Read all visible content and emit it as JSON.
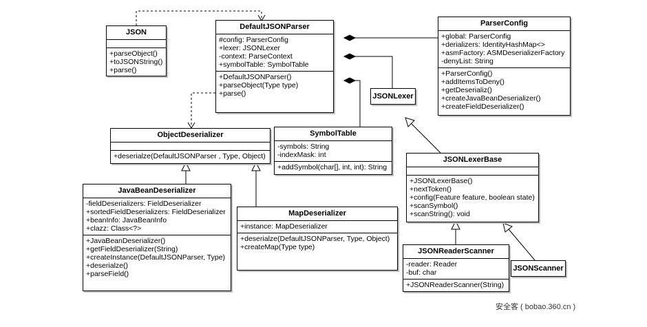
{
  "classes": [
    {
      "id": "json",
      "name": "JSON",
      "attributes": [],
      "methods": [
        "+parseObject()",
        "+toJSONString()",
        "+parse()"
      ]
    },
    {
      "id": "defaultjsonparser",
      "name": "DefaultJSONParser",
      "attributes": [
        "#config: ParserConfig",
        "+lexer: JSONLexer",
        "-context: ParseContext",
        "+symbolTable: SymbolTable"
      ],
      "methods": [
        "+DefaultJSONParser()",
        "+parseObject(Type type)",
        "+parse()"
      ]
    },
    {
      "id": "parserconfig",
      "name": "ParserConfig",
      "attributes": [
        "+global: ParserConfig",
        "+derializers: IdentityHashMap<>",
        "+asmFactory: ASMDeserializerFactory",
        "-denyList: String"
      ],
      "methods": [
        "+ParserConfig()",
        "+addItemsToDeny()",
        "+getDeserializ()",
        "+createJavaBeanDeserializer()",
        "+createFieldDeserializer()"
      ]
    },
    {
      "id": "jsonlexer",
      "name": "JSONLexer",
      "attributes": [],
      "methods": []
    },
    {
      "id": "objectdeserializer",
      "name": "ObjectDeserializer",
      "attributes": [],
      "methods": [
        "+deserialze(DefaultJSONParser , Type, Object)"
      ]
    },
    {
      "id": "symboltable",
      "name": "SymbolTable",
      "attributes": [
        "-symbols: String",
        "-indexMask: int"
      ],
      "methods": [
        "+addSymbol(char[], int, int): String"
      ]
    },
    {
      "id": "jsonlexerbase",
      "name": "JSONLexerBase",
      "attributes": [],
      "methods": [
        "+JSONLexerBase()",
        "+nextToken()",
        "+config(Feature feature, boolean state)",
        "+scanSymbol()",
        "+scanString(): void"
      ]
    },
    {
      "id": "javabeandeserializer",
      "name": "JavaBeanDeserializer",
      "attributes": [
        "-fieldDeserializers: FieldDeserializer",
        "+sortedFieldDeserializers: FieldDeserializer",
        "+beanInfo: JavaBeanInfo",
        "+clazz: Class<?>"
      ],
      "methods": [
        "+JavaBeanDeserializer()",
        "+getFieldDeserializer(String)",
        "+createInstance(DefaultJSONParser, Type)",
        "+deserialze()",
        "+parseField()"
      ]
    },
    {
      "id": "mapdeserializer",
      "name": "MapDeserializer",
      "attributes": [
        "+instance: MapDeserializer"
      ],
      "methods": [
        "+deserialze(DefaultJSONParser, Type, Object)",
        "+createMap(Type type)"
      ]
    },
    {
      "id": "jsonreaderscanner",
      "name": "JSONReaderScanner",
      "attributes": [
        "-reader: Reader",
        "-buf: char"
      ],
      "methods": [
        "+JSONReaderScanner(String)"
      ]
    },
    {
      "id": "jsonscanner",
      "name": "JSONScanner",
      "attributes": [],
      "methods": []
    }
  ],
  "relations": [
    {
      "from": "json",
      "to": "defaultjsonparser",
      "kind": "dependency"
    },
    {
      "from": "defaultjsonparser",
      "to": "objectdeserializer",
      "kind": "dependency"
    },
    {
      "from": "defaultjsonparser",
      "to": "parserconfig",
      "kind": "composition"
    },
    {
      "from": "defaultjsonparser",
      "to": "jsonlexer",
      "kind": "composition"
    },
    {
      "from": "defaultjsonparser",
      "to": "symboltable",
      "kind": "composition"
    },
    {
      "from": "javabeandeserializer",
      "to": "objectdeserializer",
      "kind": "realization"
    },
    {
      "from": "mapdeserializer",
      "to": "objectdeserializer",
      "kind": "realization"
    },
    {
      "from": "jsonlexerbase",
      "to": "jsonlexer",
      "kind": "realization"
    },
    {
      "from": "jsonreaderscanner",
      "to": "jsonlexerbase",
      "kind": "generalization"
    },
    {
      "from": "jsonscanner",
      "to": "jsonlexerbase",
      "kind": "generalization"
    }
  ],
  "watermark": "安全客 ( bobao.360.cn )",
  "colors": {
    "line": "#000000",
    "shadow": "#bdbdbd",
    "background": "#ffffff"
  }
}
